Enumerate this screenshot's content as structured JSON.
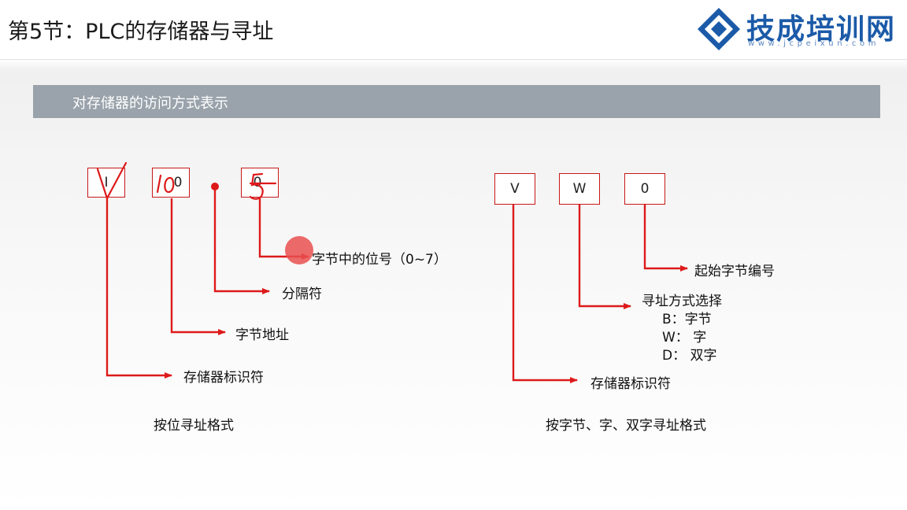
{
  "header": {
    "title": "第5节：PLC的存储器与寻址",
    "logo": {
      "name": "技成培训网",
      "url": "www.jcpeixun.com"
    }
  },
  "section": {
    "title": "对存储器的访问方式表示"
  },
  "bit_format": {
    "boxes": [
      "I",
      "0",
      "0"
    ],
    "labels": {
      "bit_number": "字节中的位号（0~7）",
      "separator": "分隔符",
      "byte_address": "字节地址",
      "memory_id": "存储器标识符"
    },
    "caption": "按位寻址格式"
  },
  "word_format": {
    "boxes": [
      "V",
      "W",
      "0"
    ],
    "labels": {
      "start_byte": "起始字节编号",
      "mode_select": "寻址方式选择",
      "mode_b": "B：字节",
      "mode_w": "W：  字",
      "mode_d": "D：  双字",
      "memory_id": "存储器标识符"
    },
    "caption": "按字节、字、双字寻址格式"
  },
  "annotations": {
    "box1": "V",
    "box2": "10",
    "box3": "5"
  },
  "colors": {
    "line": "#dd1a1a",
    "bar": "#9aa3ab",
    "logo": "#1b5aa8"
  }
}
